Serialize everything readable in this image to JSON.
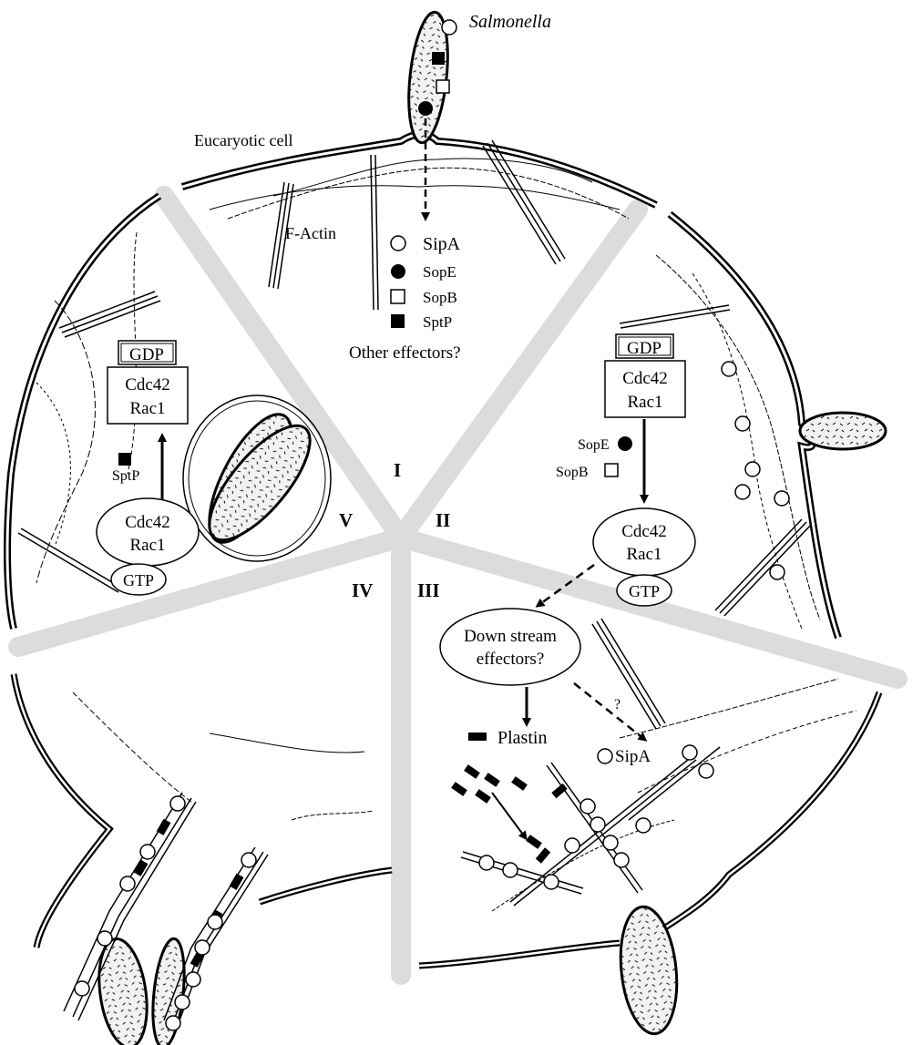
{
  "organism": "Salmonella",
  "cell_label": "Eucaryotic cell",
  "actin_label": "F-Actin",
  "legend": [
    {
      "symbol": "open-circle-icon",
      "label": "SipA"
    },
    {
      "symbol": "filled-circle-icon",
      "label": "SopE"
    },
    {
      "symbol": "open-square-icon",
      "label": "SopB"
    },
    {
      "symbol": "filled-square-icon",
      "label": "SptP"
    }
  ],
  "legend_question": "Other effectors?",
  "stages": [
    "I",
    "II",
    "III",
    "IV",
    "V"
  ],
  "stage_II": {
    "gdp": "GDP",
    "protein_line1": "Cdc42",
    "protein_line2": "Rac1",
    "effector_1": "SopE",
    "effector_2": "SopB",
    "active_line1": "Cdc42",
    "active_line2": "Rac1",
    "gtp": "GTP"
  },
  "stage_III": {
    "downstream_line1": "Down stream",
    "downstream_line2": "effectors?",
    "question": "?",
    "plastin": "Plastin",
    "sipa": "SipA"
  },
  "stage_V": {
    "gdp": "GDP",
    "protein_line1": "Cdc42",
    "protein_line2": "Rac1",
    "inhibitor": "SptP",
    "active_line1": "Cdc42",
    "active_line2": "Rac1",
    "gtp": "GTP"
  },
  "colors": {
    "ink": "#000000",
    "divider": "#dcdcdc",
    "background": "#ffffff"
  }
}
